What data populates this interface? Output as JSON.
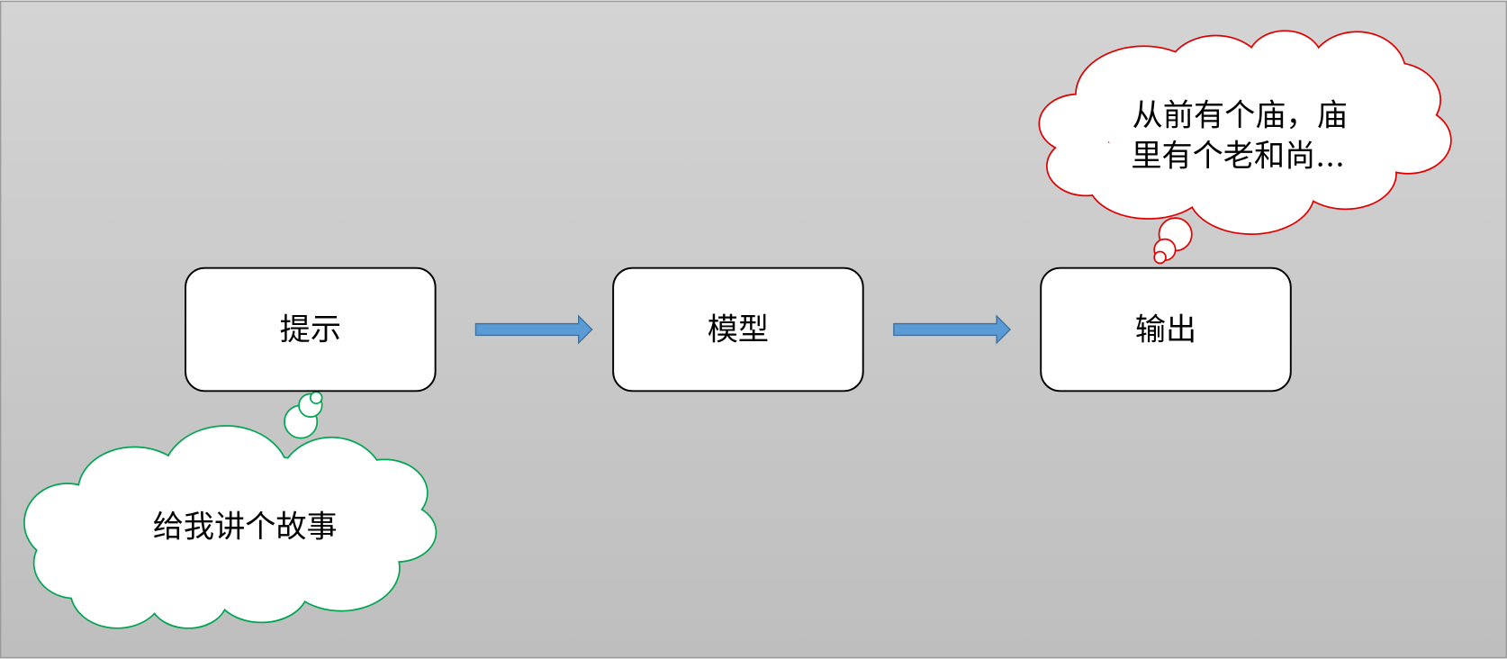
{
  "flow": {
    "steps": [
      {
        "label": "提示"
      },
      {
        "label": "模型"
      },
      {
        "label": "输出"
      }
    ]
  },
  "bubbles": {
    "prompt": {
      "text": "给我讲个故事",
      "color": "#00a650"
    },
    "output": {
      "line1": "从前有个庙，庙",
      "line2": "里有个老和尚...",
      "color": "#e00000"
    }
  },
  "colors": {
    "arrow_fill": "#5b9bd5",
    "arrow_stroke": "#41719c"
  }
}
